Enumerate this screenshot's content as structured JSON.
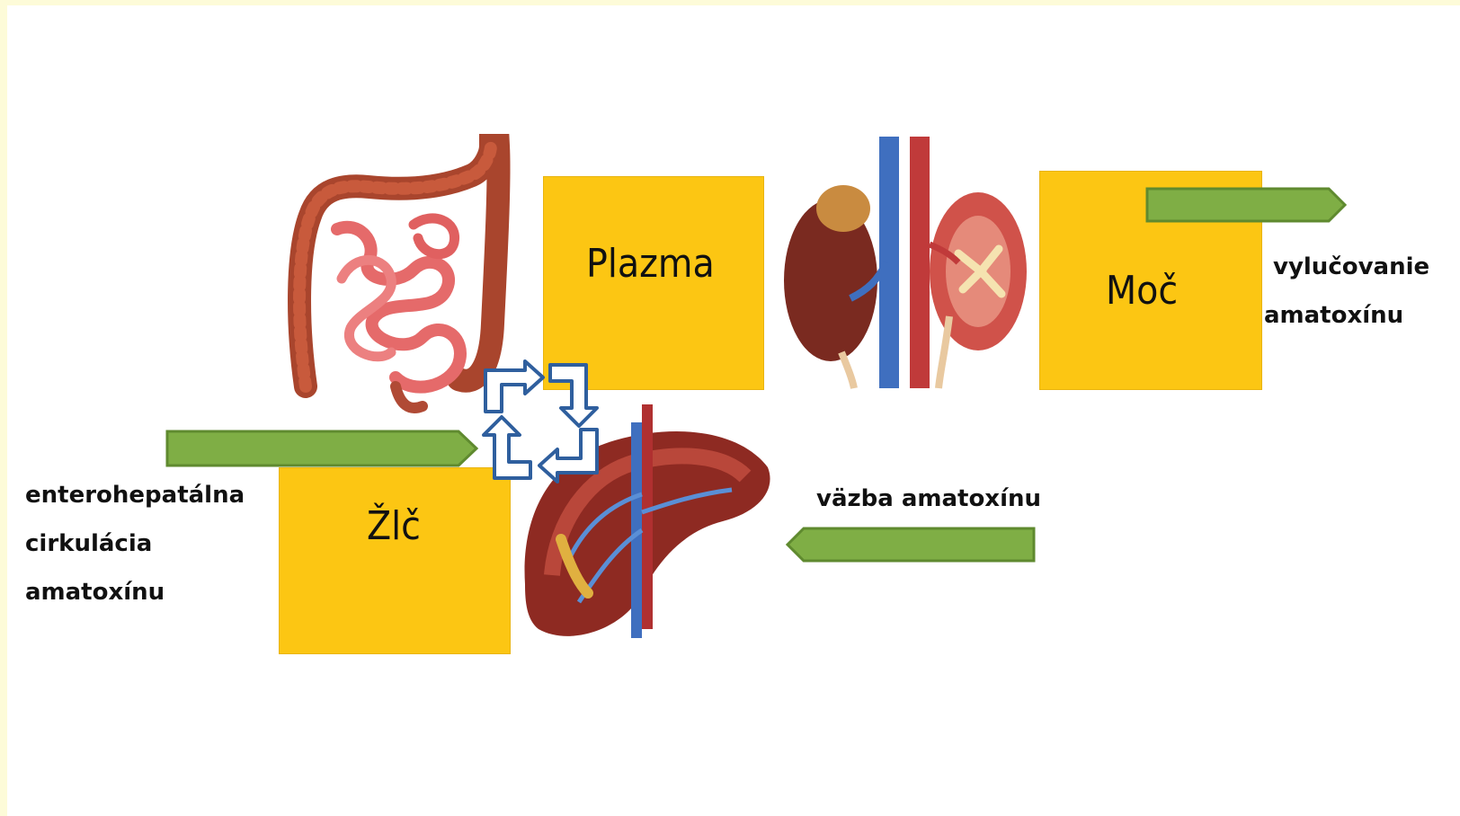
{
  "boxes": {
    "plazma": "Plazma",
    "moc": "Moč",
    "zlc": "Žlč"
  },
  "captions": {
    "excretion": [
      "vylučovanie",
      "amatoxínu"
    ],
    "binding": "väzba amatoxínu",
    "enterohepatic": [
      "enterohepatálna",
      "cirkulácia",
      "amatoxínu"
    ]
  },
  "illustrations": [
    "intestines-icon",
    "kidneys-icon",
    "liver-icon",
    "cycle-arrows-icon"
  ],
  "colors": {
    "box_fill": "#fcc613",
    "arrow_fill": "#7fae45",
    "arrow_stroke": "#5f8a2f",
    "cycle_arrow": "#2f5f9e",
    "frame": "#fdfbd8"
  }
}
